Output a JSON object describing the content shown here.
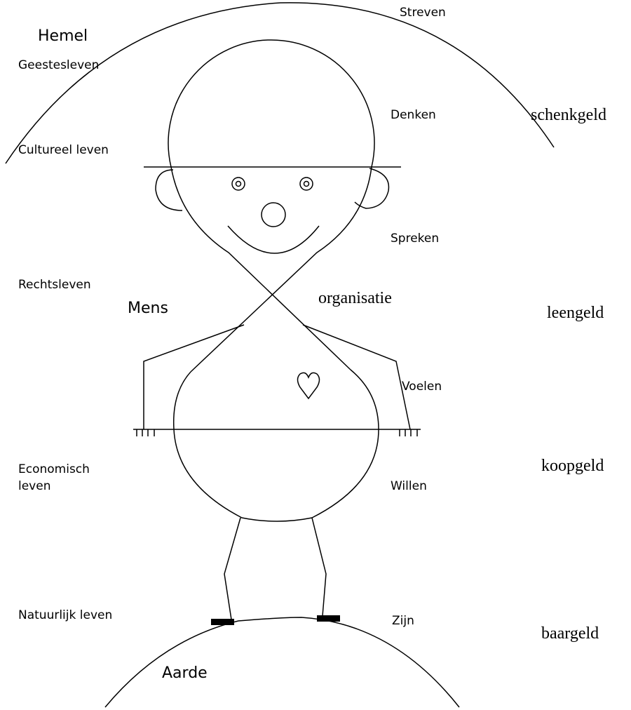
{
  "title_labels": {
    "hemel": "Hemel",
    "mens": "Mens",
    "aarde": "Aarde",
    "organisatie": "organisatie"
  },
  "left_labels": {
    "geestesleven": "Geestesleven",
    "cultureel": "Cultureel leven",
    "rechtsleven": "Rechtsleven",
    "economisch_1": "Economisch",
    "economisch_2": "leven",
    "natuurlijk": "Natuurlijk leven"
  },
  "center_labels": {
    "streven": "Streven",
    "denken": "Denken",
    "spreken": "Spreken",
    "voelen": "Voelen",
    "willen": "Willen",
    "zijn": "Zijn"
  },
  "money_labels": {
    "schenkgeld": "schenkgeld",
    "leengeld": "leengeld",
    "koopgeld": "koopgeld",
    "baargeld": "baargeld"
  },
  "icons": [
    "eye-icon",
    "heart-icon"
  ]
}
